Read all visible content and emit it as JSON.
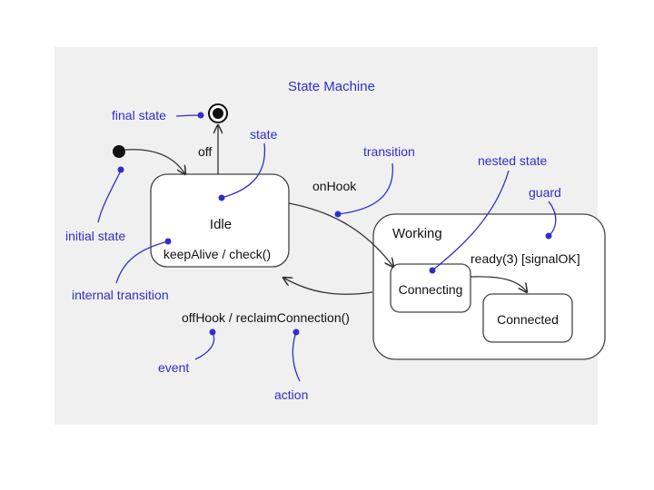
{
  "title": "State Machine",
  "colors": {
    "annotation": "#2f2fc8",
    "stroke": "#333333",
    "panel": "#f0f0f0"
  },
  "states": {
    "idle": "Idle",
    "idle_internal": "keepAlive / check()",
    "working": "Working",
    "connecting": "Connecting",
    "connected": "Connected"
  },
  "transitions": {
    "off": "off",
    "on_hook": "onHook",
    "ready": "ready(3) [signalOK]",
    "off_hook": "offHook / reclaimConnection()"
  },
  "annotations": {
    "final_state": "final state",
    "state": "state",
    "transition": "transition",
    "nested_state": "nested state",
    "guard": "guard",
    "initial_state": "initial state",
    "internal_transition": "internal transition",
    "event": "event",
    "action": "action"
  }
}
